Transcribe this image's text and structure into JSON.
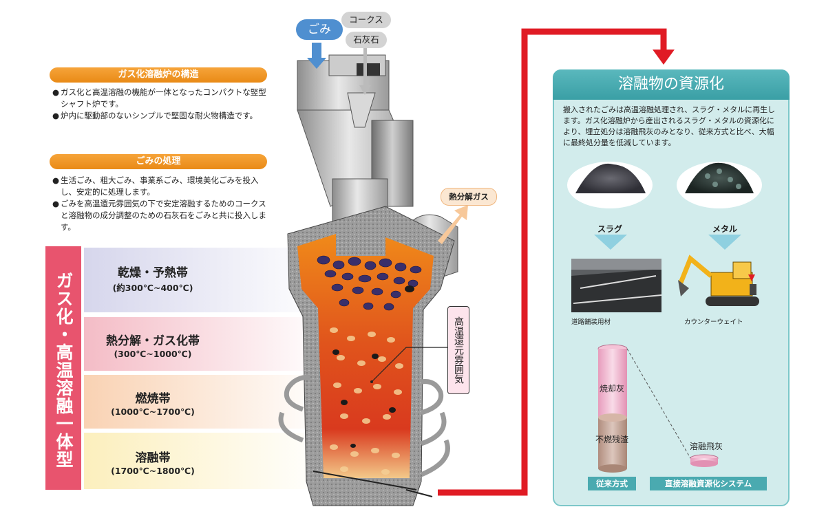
{
  "inputs": {
    "gomi": "ごみ",
    "coke": "コークス",
    "limestone": "石灰石"
  },
  "structure": {
    "heading": "ガス化溶融炉の構造",
    "bullets": [
      "ガス化と高温溶融の機能が一体となったコンパクトな竪型シャフト炉です。",
      "炉内に駆動部のないシンプルで堅固な耐火物構造です。"
    ]
  },
  "treatment": {
    "heading": "ごみの処理",
    "bullets": [
      "生活ごみ、粗大ごみ、事業系ごみ、環境美化ごみを投入し、安定的に処理します。",
      "ごみを高温還元雰囲気の下で安定溶融するためのコークスと溶融物の成分調整のための石灰石をごみと共に投入します。"
    ]
  },
  "vertical_title": "ガス化・高温溶融一体型",
  "zones": [
    {
      "name": "乾燥・予熱帯",
      "temp": "(約300℃~400℃)",
      "color": "#dcdcef"
    },
    {
      "name": "熱分解・ガス化帯",
      "temp": "(300℃~1000℃)",
      "color": "#f7c8cf"
    },
    {
      "name": "燃焼帯",
      "temp": "(1000℃~1700℃)",
      "color": "#fbdcc4"
    },
    {
      "name": "溶融帯",
      "temp": "(1700℃~1800℃)",
      "color": "#fdf3c8"
    }
  ],
  "gas_label": "熱分解ガス",
  "atmosphere_label": "高温還元雰囲気",
  "resource": {
    "title": "溶融物の資源化",
    "description": "搬入されたごみは高温溶融処理され、スラグ・メタルに再生します。ガス化溶融炉から産出されるスラグ・メタルの資源化により、埋立処分は溶融飛灰のみとなり、従来方式と比べ、大幅に最終処分量を低減しています。",
    "slag": "スラグ",
    "metal": "メタル",
    "road_caption": "道路舗装用材",
    "counterweight_caption": "カウンターウェイト",
    "incineration_ash": "焼却灰",
    "noncombustible": "不燃残渣",
    "fly_ash": "溶融飛灰",
    "conventional": "従来方式",
    "direct_system": "直接溶融資源化システム"
  }
}
